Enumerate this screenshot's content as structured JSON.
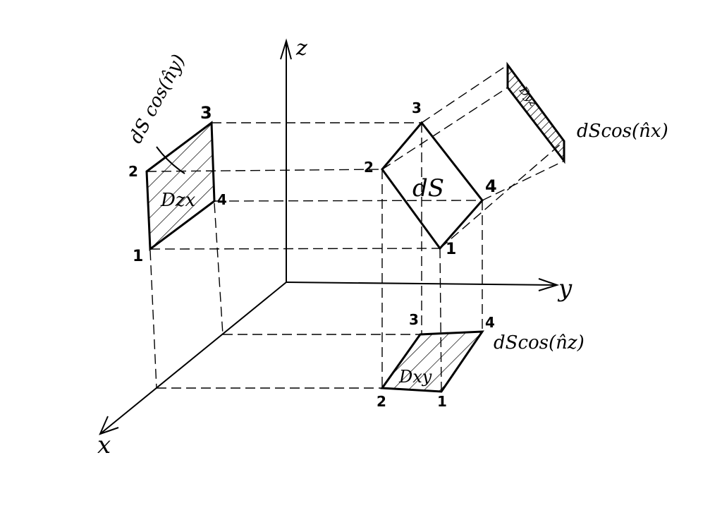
{
  "axes": {
    "z": "z",
    "y": "y",
    "x": "x"
  },
  "surface": {
    "label": "dS",
    "vertices": [
      "1",
      "2",
      "3",
      "4"
    ]
  },
  "projection_zx": {
    "label": "Dzx",
    "area": "dS cos(n̂y)",
    "vertices": [
      "1",
      "2",
      "3",
      "4"
    ]
  },
  "projection_xy": {
    "label": "Dxy",
    "area": "dScos(n̂z)",
    "vertices": [
      "1",
      "2",
      "3",
      "4"
    ]
  },
  "projection_yz": {
    "label": "Dyz",
    "area": "dScos(n̂x)"
  }
}
